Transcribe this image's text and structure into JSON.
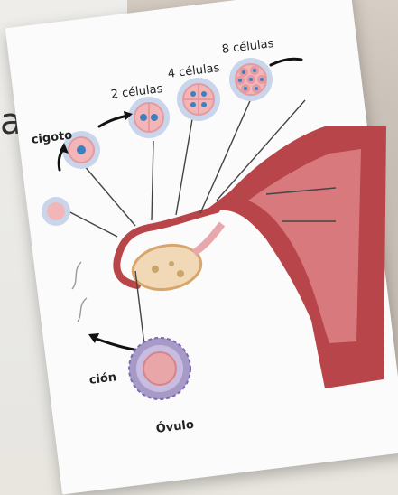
{
  "background": {
    "letter": "a"
  },
  "labels": {
    "zygote": "cigoto",
    "two_cells": "2 células",
    "four_cells": "4 células",
    "eight_cells": "8 células",
    "ovulation": "ción",
    "ovum": "Óvulo"
  },
  "colors": {
    "uterus_outer": "#b8454a",
    "uterus_inner": "#d87a7d",
    "cell_ring": "#c9d5ea",
    "cell_body": "#f2b6b8",
    "nucleus": "#3f7fbf",
    "ovum_corona": "#a79ac7",
    "ovum_body": "#e9a6a8"
  }
}
